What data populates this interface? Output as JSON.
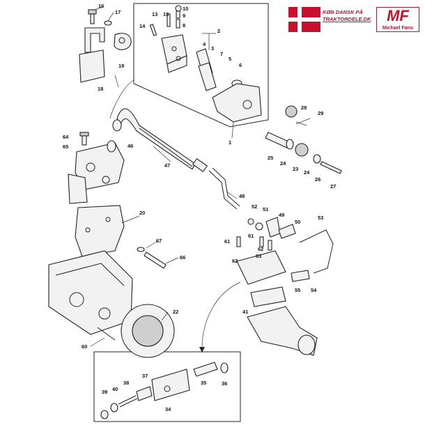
{
  "banner": {
    "slogan_line1": "KØB DANSK PÅ",
    "slogan_line2": "TRAKTORDELE.DK",
    "logo_mark": "MF",
    "logo_name": "Michael Føns",
    "colors": {
      "brand_red": "#c8102e",
      "white": "#ffffff"
    }
  },
  "callouts": {
    "n1": "1",
    "n2": "2",
    "n3": "3",
    "n4": "4",
    "n5": "5",
    "n6": "6",
    "n7": "7",
    "n8": "8",
    "n9": "9",
    "n10": "10",
    "n13": "13",
    "n14": "14",
    "n15": "15",
    "n16": "16",
    "n17": "17",
    "n18": "18",
    "n19": "19",
    "n20": "20",
    "n22": "22",
    "n23": "23",
    "n24a": "24",
    "n24b": "24",
    "n25": "25",
    "n26": "26",
    "n27": "27",
    "n28": "28",
    "n29": "29",
    "n34": "34",
    "n35": "35",
    "n36": "36",
    "n37": "37",
    "n38": "38",
    "n39": "39",
    "n40": "40",
    "n41": "41",
    "n46": "46",
    "n47": "47",
    "n48": "48",
    "n49": "49",
    "n50": "50",
    "n51": "51",
    "n52": "52",
    "n53": "53",
    "n54": "54",
    "n55": "55",
    "n60": "60",
    "n61a": "61",
    "n61b": "61",
    "n62a": "62",
    "n62b": "62",
    "n63": "63",
    "n64": "64",
    "n65": "65",
    "n66": "66",
    "n67": "67"
  }
}
